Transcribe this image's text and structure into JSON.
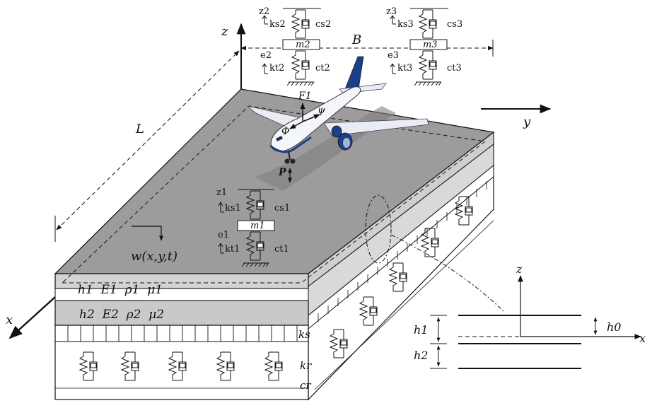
{
  "colors": {
    "top_surface": "#9d9b9c",
    "layer1_front": "#d3d3d3",
    "layer2_front": "#c9c9c9",
    "side": "#ffffff",
    "line": "#111111"
  },
  "axes": {
    "x": "x",
    "y": "y",
    "z": "z"
  },
  "dimensions": {
    "length": "L",
    "width": "B"
  },
  "deflection": "w(x,y,t)",
  "layer1": "h1  E1  ρ1  μ1",
  "layer2": "h2  E2  ρ2  μ2",
  "foundation": {
    "ks": "ks",
    "kr": "kr",
    "cr": "cr"
  },
  "aircraft": {
    "force": "F1",
    "load": "P",
    "pitch": "ψ",
    "roll": "Φ"
  },
  "gear1": {
    "z": "z1",
    "e": "e1",
    "ks": "ks1",
    "cs": "cs1",
    "m": "m1",
    "kt": "kt1",
    "ct": "ct1"
  },
  "gear2": {
    "z": "z2",
    "e": "e2",
    "ks": "ks2",
    "cs": "cs2",
    "m": "m2",
    "kt": "kt2",
    "ct": "ct2"
  },
  "gear3": {
    "z": "z3",
    "e": "e3",
    "ks": "ks3",
    "cs": "cs3",
    "m": "m3",
    "kt": "kt3",
    "ct": "ct3"
  },
  "section": {
    "z": "z",
    "x": "x",
    "h0": "h0",
    "h1": "h1",
    "h2": "h2"
  }
}
